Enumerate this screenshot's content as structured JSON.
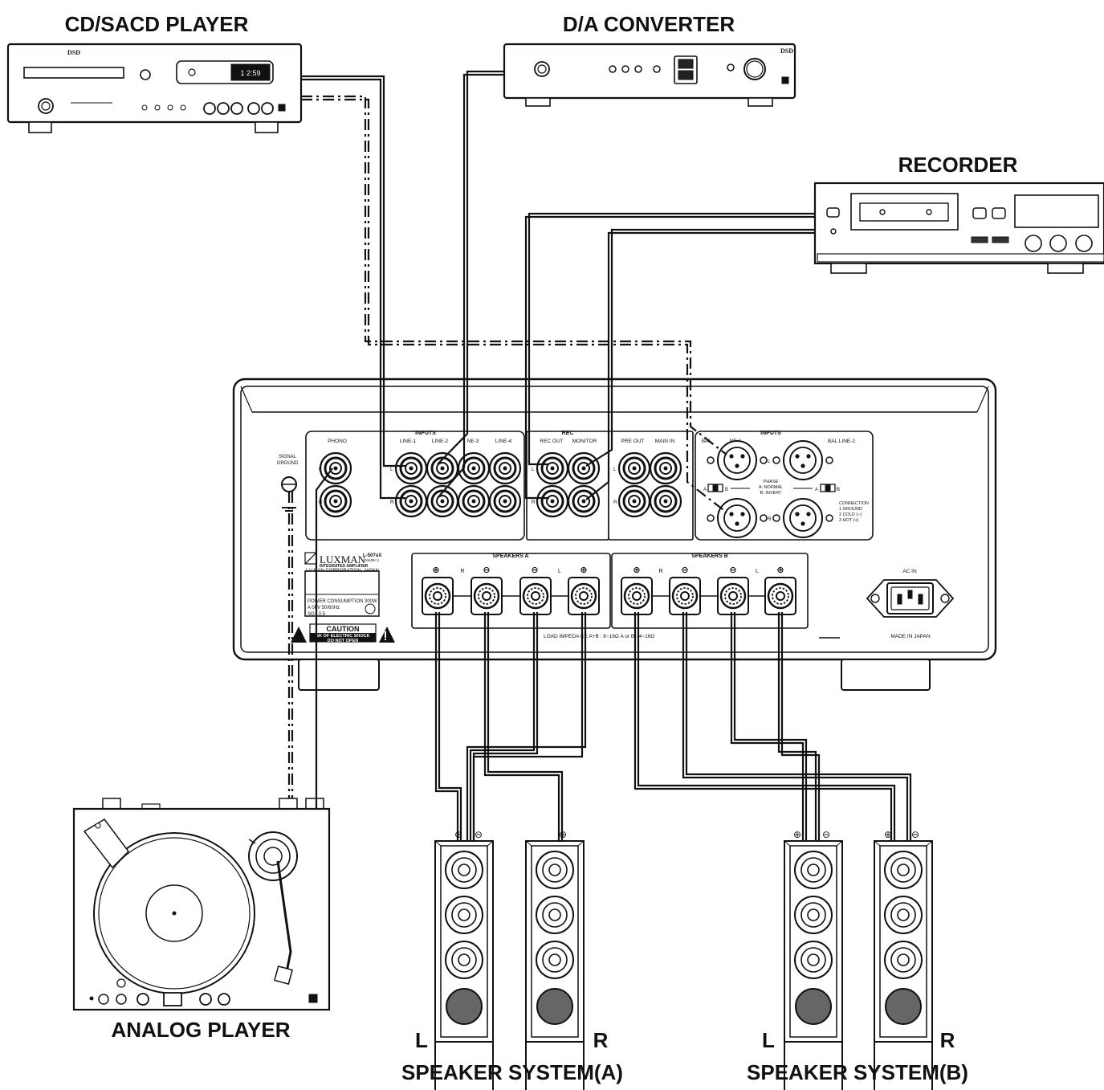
{
  "devices": {
    "cd_player": {
      "title": "CD/SACD PLAYER",
      "display": "1  2:59",
      "dsd": "DSD"
    },
    "dac": {
      "title": "D/A CONVERTER",
      "dsd": "DSD"
    },
    "recorder": {
      "title": "RECORDER"
    },
    "analog_player": {
      "title": "ANALOG PLAYER"
    }
  },
  "amplifier": {
    "panel_inputs": "INPUTS",
    "phono": "PHONO",
    "line1": "LINE-1",
    "line2": "LINE-2",
    "line3": "NE-3",
    "line4": "LINE-4",
    "rec": "REC",
    "rec_out": "REC OUT",
    "monitor": "MONITOR",
    "pre_out": "PRE OUT",
    "main_in": "MAIN IN",
    "bal_inputs": "INPUTS",
    "bal_line1": "BAL",
    "bal_line1_tail": "NE-1",
    "bal_line2": "BAL LINE-2",
    "ch_l": "L",
    "ch_r": "R",
    "phase_1": "PHASE",
    "phase_2": "A: NORMAL",
    "phase_3": "B: INVERT",
    "sw_a": "A",
    "sw_b": "B",
    "conn_1": "CONNECTION",
    "conn_2": "1 GROUND",
    "conn_3": "2 COLD (−)",
    "conn_4": "3 HOT (+)",
    "signal_1": "SIGNAL",
    "signal_2": "GROUND",
    "brand": "LUXMAN",
    "model": "L-507uX",
    "mark": "MARK II",
    "product": "INTEGRATED AMPLIFIER",
    "corp": "LU   MAN CORPORATION, JAPAN",
    "power": "POWER CONSUMPTION  300W",
    "voltage": "A    00V  50/60Hz",
    "serial": "SO   ..0.5",
    "caution": "CAUTION",
    "caution_2": "SK OF ELECTRIC SHOCK",
    "caution_3": "DO NOT OPEN",
    "speakers_a": "SPEAKERS A",
    "speakers_b": "SPEAKERS B",
    "load_impedance": "LOAD  IMPEDA   CE    A+B : 8~16Ω      A or B : 4~16Ω",
    "ac_in": "AC IN",
    "made_in": "MADE IN JAPAN"
  },
  "speakers": {
    "system_a": "SPEAKER SYSTEM(A)",
    "system_b": "SPEAKER SYSTEM(B)",
    "left": "L",
    "right": "R"
  }
}
